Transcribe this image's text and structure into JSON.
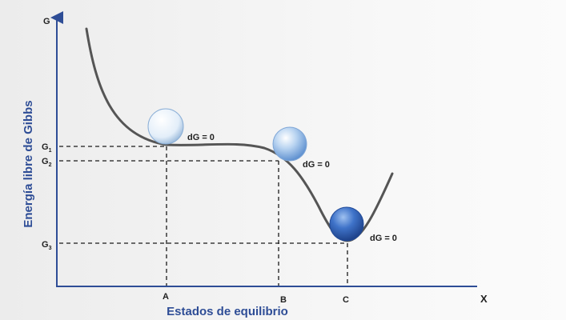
{
  "axes": {
    "y_symbol": "G",
    "x_symbol": "X",
    "y_title": "Energía libre de Gibbs",
    "x_title": "Estados de equilibrio"
  },
  "y_levels": [
    {
      "name": "G",
      "sub": "1"
    },
    {
      "name": "G",
      "sub": "2"
    },
    {
      "name": "G",
      "sub": "3"
    }
  ],
  "states": [
    "A",
    "B",
    "C"
  ],
  "annotations": [
    "dG = 0",
    "dG = 0",
    "dG = 0"
  ],
  "colors": {
    "axis": "#2e4d96",
    "curve": "#555555",
    "title_text": "#2e4d96",
    "ball_light": "#dbe8f6",
    "ball_medium": "#9ec3ea",
    "ball_dark": "#3a6fc6"
  }
}
